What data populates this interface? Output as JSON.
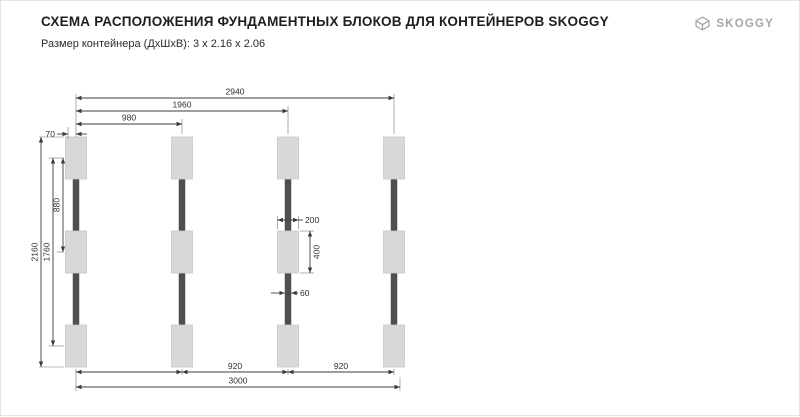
{
  "header": {
    "title": "СХЕМА РАСПОЛОЖЕНИЯ ФУНДАМЕНТНЫХ БЛОКОВ ДЛЯ КОНТЕЙНЕРОВ SKOGGY",
    "subtitle": "Размер контейнера (ДхШхВ): 3 х 2.16 х 2.06"
  },
  "logo": {
    "text": "SKOGGY",
    "icon": "cube-icon",
    "color": "#a6a6a6"
  },
  "diagram": {
    "dims": {
      "top_full": "2940",
      "top_mid": "1960",
      "top_bay": "980",
      "edge_offset": "70",
      "height_full": "2160",
      "height_inner": "1760",
      "height_bay": "880",
      "block_width": "200",
      "block_height": "400",
      "runner_width": "60",
      "bottom_bay_left": "920",
      "bottom_bay_right": "920",
      "bottom_full": "3000"
    },
    "colors": {
      "block_fill": "#d8d8d8",
      "block_stroke": "#c9c9c9",
      "runner_fill": "#4f4f4f",
      "dim_line": "#3c3c3c"
    }
  }
}
